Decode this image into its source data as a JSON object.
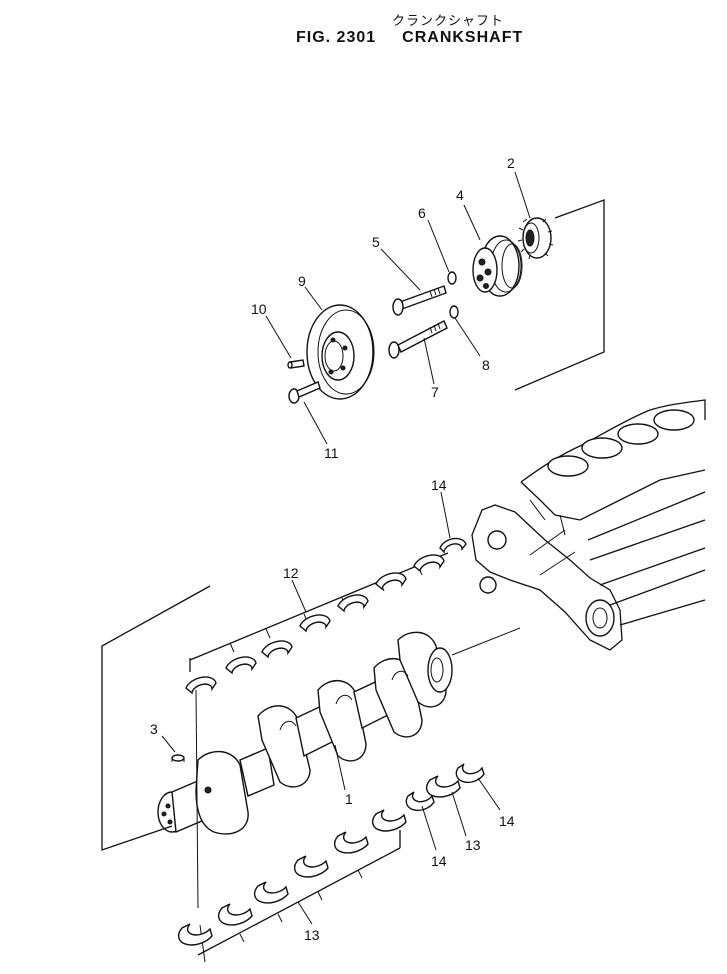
{
  "header": {
    "title_jp": "クランクシャフト",
    "fig_label": "FIG. 2301",
    "fig_name": "CRANKSHAFT"
  },
  "callouts": [
    {
      "id": "c1",
      "label": "1"
    },
    {
      "id": "c2",
      "label": "2"
    },
    {
      "id": "c3",
      "label": "3"
    },
    {
      "id": "c4",
      "label": "4"
    },
    {
      "id": "c5",
      "label": "5"
    },
    {
      "id": "c6",
      "label": "6"
    },
    {
      "id": "c7",
      "label": "7"
    },
    {
      "id": "c8",
      "label": "8"
    },
    {
      "id": "c9",
      "label": "9"
    },
    {
      "id": "c10",
      "label": "10"
    },
    {
      "id": "c11",
      "label": "11"
    },
    {
      "id": "c12",
      "label": "12"
    },
    {
      "id": "c13a",
      "label": "13"
    },
    {
      "id": "c13b",
      "label": "13"
    },
    {
      "id": "c14a",
      "label": "14"
    },
    {
      "id": "c14b",
      "label": "14"
    },
    {
      "id": "c14c",
      "label": "14"
    }
  ]
}
